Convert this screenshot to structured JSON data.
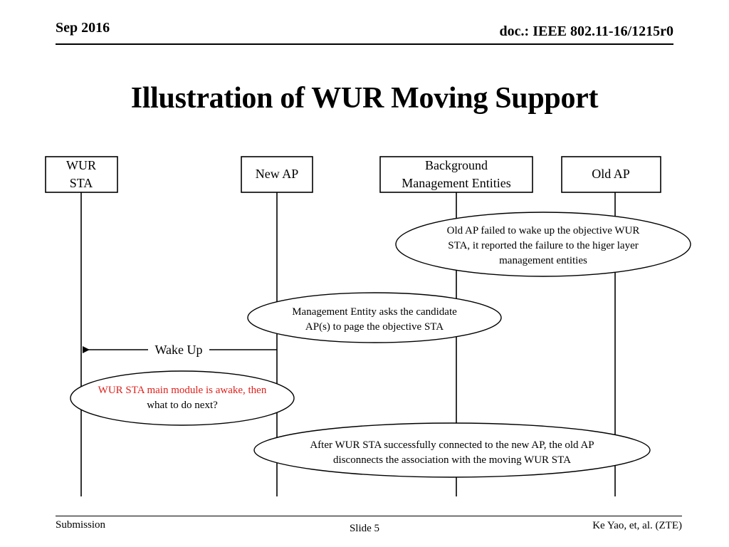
{
  "header": {
    "date": "Sep 2016",
    "doc": "doc.: IEEE 802.11-16/1215r0"
  },
  "title": "Illustration of WUR Moving Support",
  "footer": {
    "submission": "Submission",
    "slide": "Slide 5",
    "author": "Ke Yao, et, al. (ZTE)"
  },
  "diagram": {
    "entities": [
      {
        "id": "wur_sta",
        "lines": [
          "WUR",
          "STA"
        ]
      },
      {
        "id": "new_ap",
        "lines": [
          "New AP"
        ]
      },
      {
        "id": "bme",
        "lines": [
          "Background",
          "Management Entities"
        ]
      },
      {
        "id": "old_ap",
        "lines": [
          "Old AP"
        ]
      }
    ],
    "notes": [
      {
        "id": "note1",
        "lines": [
          "Old AP failed to wake up the objective WUR",
          "STA, it reported the failure to the higer layer",
          "management entities"
        ]
      },
      {
        "id": "note2",
        "lines": [
          "Management Entity asks the candidate",
          "AP(s) to page the objective STA"
        ]
      },
      {
        "id": "note3",
        "lines": [
          "WUR STA main module is awake, then",
          "what to do next?"
        ]
      },
      {
        "id": "note4",
        "lines": [
          "After WUR STA successfully connected to the new AP, the old AP",
          "disconnects the association with the moving  WUR STA"
        ]
      }
    ],
    "message": {
      "label": "Wake Up"
    },
    "colors": {
      "highlight": "#e0201b",
      "line": "#000000"
    }
  }
}
